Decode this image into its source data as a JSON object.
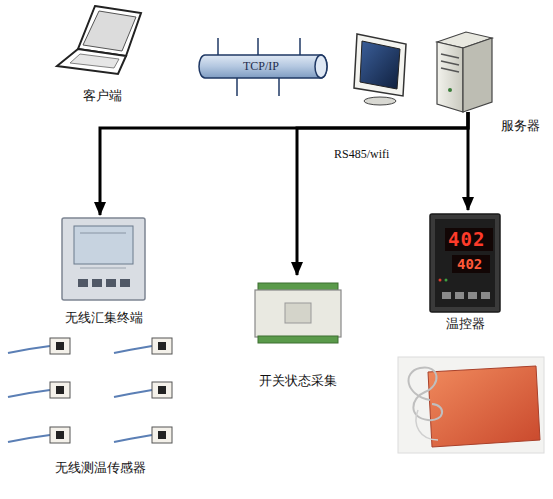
{
  "diagram": {
    "nodes": [
      {
        "text": [
          "客户端"
        ]
      },
      {
        "text": [
          "TCP/IP"
        ]
      },
      {
        "text": [
          "服务器"
        ]
      },
      {
        "text": [
          "无线汇集终端"
        ]
      },
      {
        "text": [
          "开关状态采集"
        ]
      },
      {
        "text": [
          "温控器"
        ]
      },
      {
        "text": [
          "无线测温传感器"
        ]
      }
    ],
    "edges": [
      {
        "from": 2,
        "to": 3,
        "arrow": "to"
      },
      {
        "from": 2,
        "to": 4,
        "arrow": "to"
      },
      {
        "from": 2,
        "to": 5,
        "arrow": "to"
      }
    ],
    "labels": [
      "RS485/wifi",
      "402",
      "402"
    ]
  }
}
